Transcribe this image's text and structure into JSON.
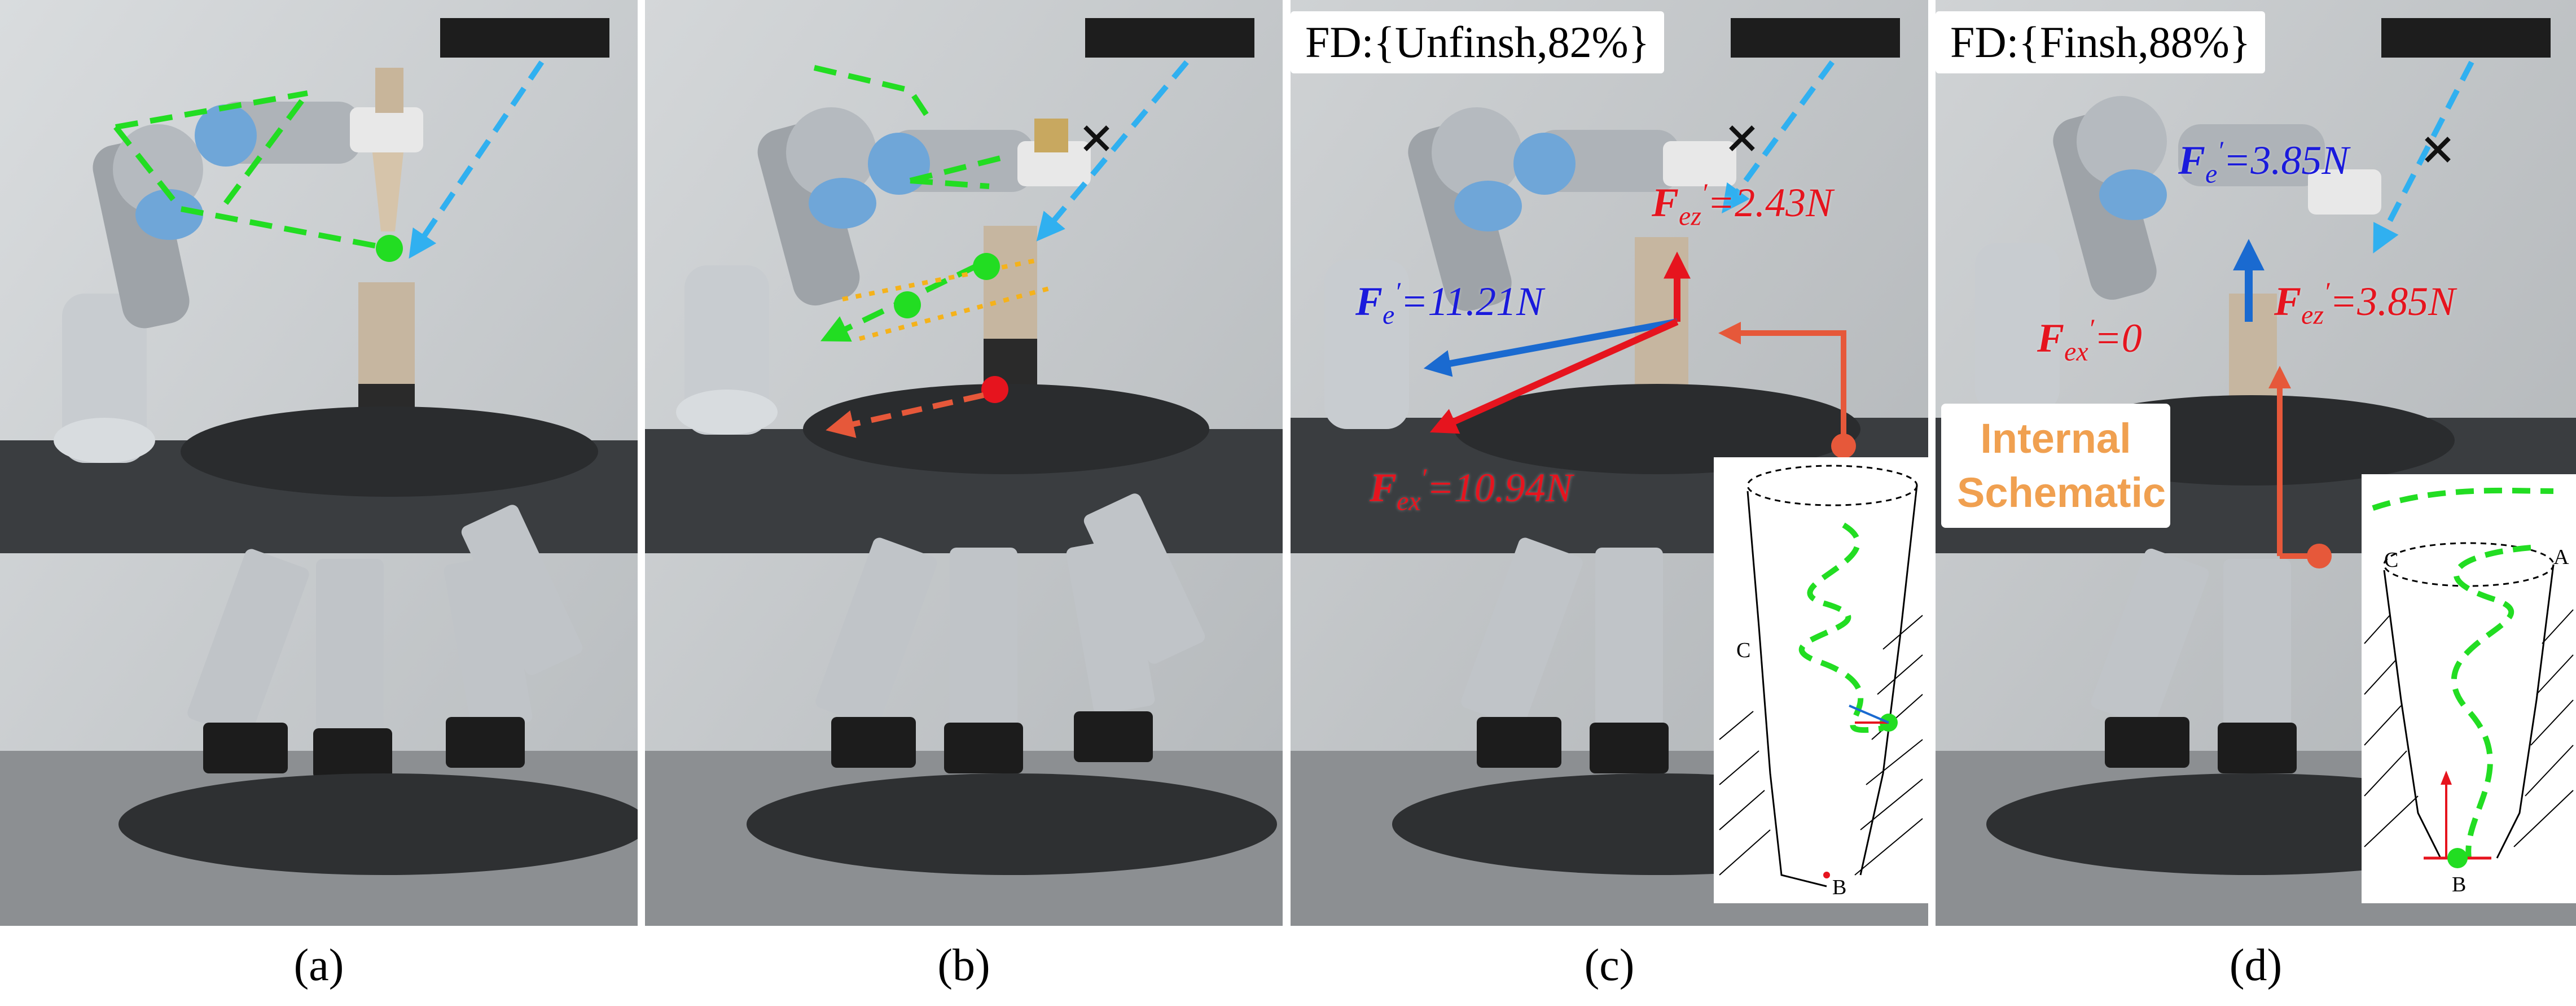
{
  "captions": [
    "(a)",
    "(b)",
    "(c)",
    "(d)"
  ],
  "panel_c": {
    "status": "FD:{Unfinsh,82%}",
    "force_total_label": "F",
    "force_total_sub": "e",
    "force_total_value": "=11.21N",
    "force_z_label": "F",
    "force_z_sub": "ez",
    "force_z_value": "=2.43N",
    "force_x_label": "F",
    "force_x_sub": "ex",
    "force_x_value": "=10.94N",
    "schematic_points": [
      "C",
      "B"
    ]
  },
  "panel_d": {
    "status": "FD:{Finsh,88%}",
    "force_total_label": "F",
    "force_total_sub": "e",
    "force_total_value": "=3.85N",
    "force_z_label": "F",
    "force_z_sub": "ez",
    "force_z_value": "=3.85N",
    "force_x_label": "F",
    "force_x_sub": "ex",
    "force_x_value": "=0",
    "internal_label": "Internal Schematic",
    "schematic_points": [
      "C",
      "A",
      "B"
    ]
  },
  "colors": {
    "green_path": "#22dd22",
    "blue_arrow": "#30b0f0",
    "red_force": "#e6141e",
    "blue_force": "#1a6ad0",
    "orange_link": "#e6583a",
    "internal_text": "#f0a050"
  }
}
